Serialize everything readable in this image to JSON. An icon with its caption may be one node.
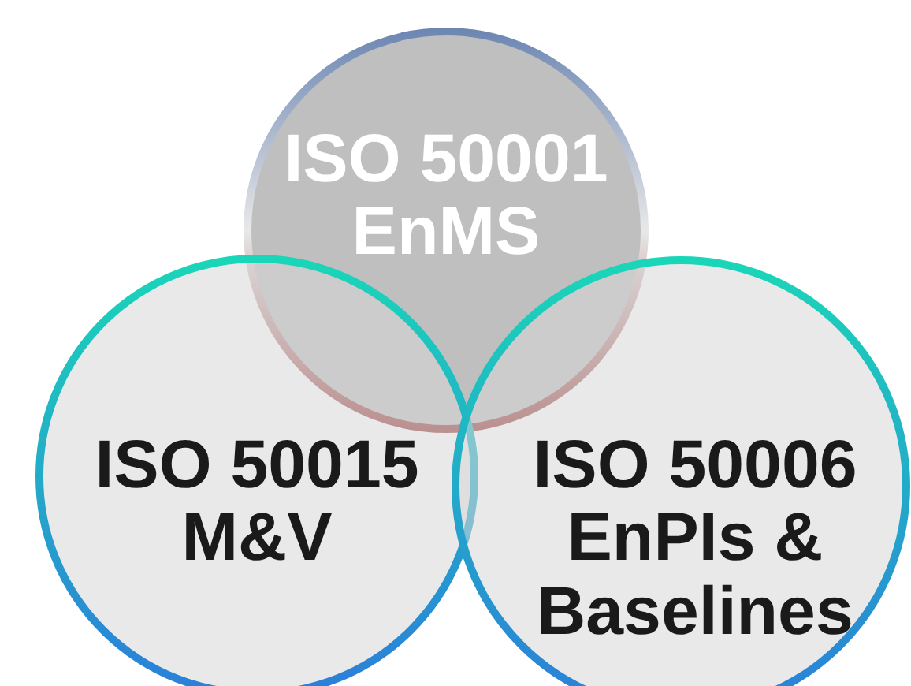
{
  "diagram": {
    "nodes": [
      {
        "text": [
          "ISO 50001 EnMS"
        ]
      },
      {
        "text": [
          "ISO 50015 M&V"
        ]
      },
      {
        "text": [
          "ISO 50006 EnPIs & Baselines"
        ]
      }
    ],
    "edges": []
  }
}
